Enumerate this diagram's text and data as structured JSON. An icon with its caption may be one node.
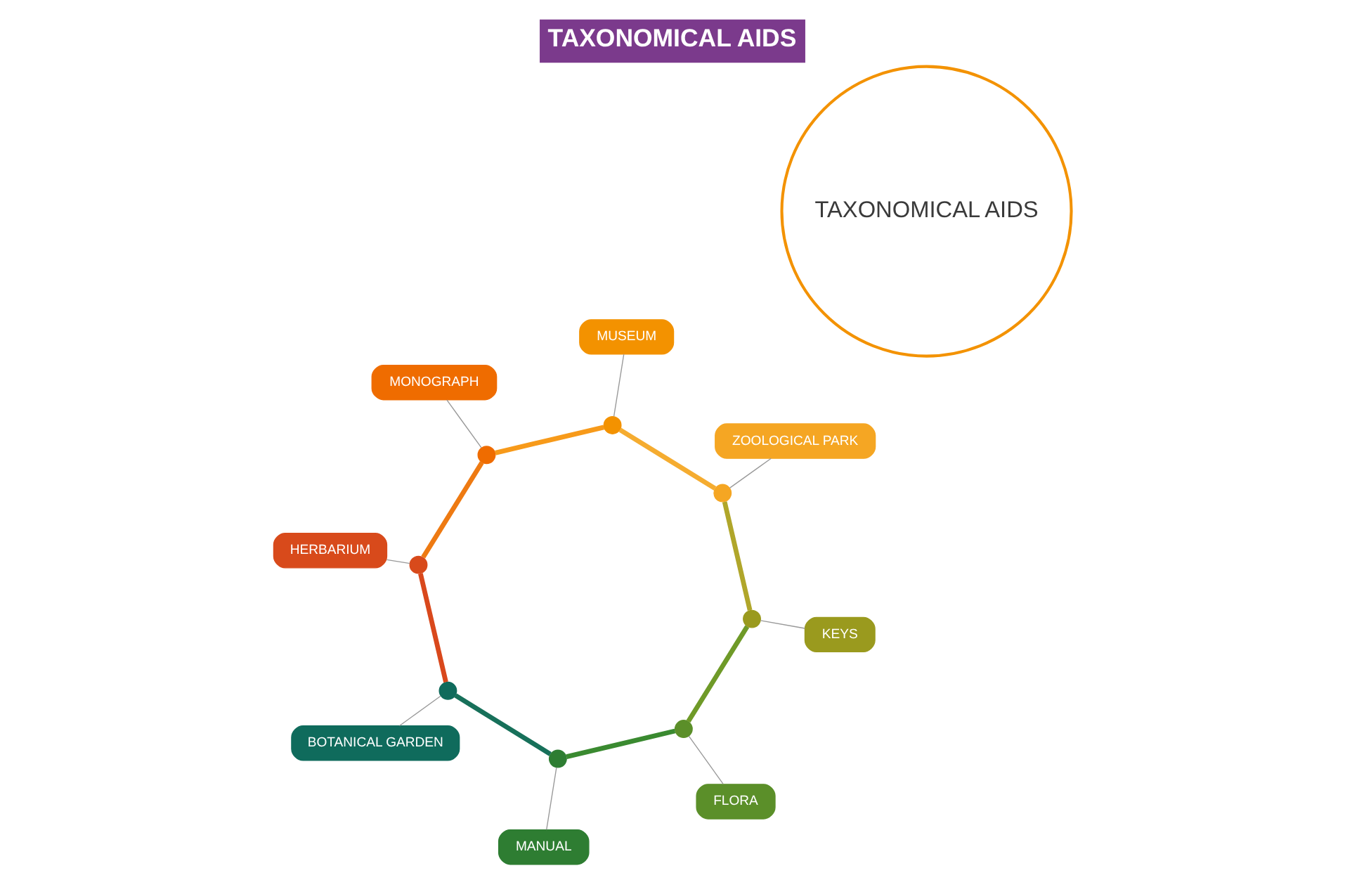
{
  "diagram": {
    "title": "TAXONOMICAL AIDS",
    "nodes": [
      {
        "text": [
          "TAXONOMICAL AIDS"
        ]
      },
      {
        "text": [
          "BOTANICAL GARDEN"
        ]
      },
      {
        "text": [
          "HERBARIUM"
        ]
      },
      {
        "text": [
          "MANUAL"
        ]
      },
      {
        "text": [
          "MONOGRAPH"
        ]
      },
      {
        "text": [
          "FLORA"
        ]
      },
      {
        "text": [
          "MUSEUM"
        ]
      },
      {
        "text": [
          "KEYS"
        ]
      },
      {
        "text": [
          "ZOOLOGICAL PARK"
        ]
      },
      {
        "text": [],
        "shape": "circle"
      },
      {
        "text": [],
        "shape": "circle"
      },
      {
        "text": [],
        "shape": "circle"
      },
      {
        "text": [],
        "shape": "circle"
      },
      {
        "text": [],
        "shape": "circle"
      },
      {
        "text": [],
        "shape": "circle"
      },
      {
        "text": [],
        "shape": "circle"
      },
      {
        "text": [],
        "shape": "circle"
      }
    ],
    "edges": [
      {
        "from": 1,
        "to": 9,
        "arrow": "none"
      },
      {
        "from": 2,
        "to": 10,
        "arrow": "none"
      },
      {
        "from": 3,
        "to": 11,
        "arrow": "none"
      },
      {
        "from": 4,
        "to": 12,
        "arrow": "none"
      },
      {
        "from": 5,
        "to": 13,
        "arrow": "none"
      },
      {
        "from": 6,
        "to": 14,
        "arrow": "none"
      },
      {
        "from": 7,
        "to": 15,
        "arrow": "none"
      },
      {
        "from": 8,
        "to": 16,
        "arrow": "none"
      },
      {
        "from": 9,
        "to": 11,
        "arrow": "none",
        "style": "thick",
        "color": "#17705a"
      },
      {
        "from": 11,
        "to": 13,
        "arrow": "none",
        "style": "thick",
        "color": "#3a8a30"
      },
      {
        "from": 13,
        "to": 15,
        "arrow": "none",
        "style": "thick",
        "color": "#6f9a28"
      },
      {
        "from": 15,
        "to": 16,
        "arrow": "none",
        "style": "thick",
        "color": "#b0a62a"
      },
      {
        "from": 16,
        "to": 14,
        "arrow": "none",
        "style": "thick",
        "color": "#f5ac30"
      },
      {
        "from": 14,
        "to": 12,
        "arrow": "none",
        "style": "thick",
        "color": "#f79a1a"
      },
      {
        "from": 12,
        "to": 10,
        "arrow": "none",
        "style": "thick",
        "color": "#ee7a12"
      },
      {
        "from": 10,
        "to": 9,
        "arrow": "none",
        "style": "thick",
        "color": "#d9481c"
      }
    ]
  }
}
